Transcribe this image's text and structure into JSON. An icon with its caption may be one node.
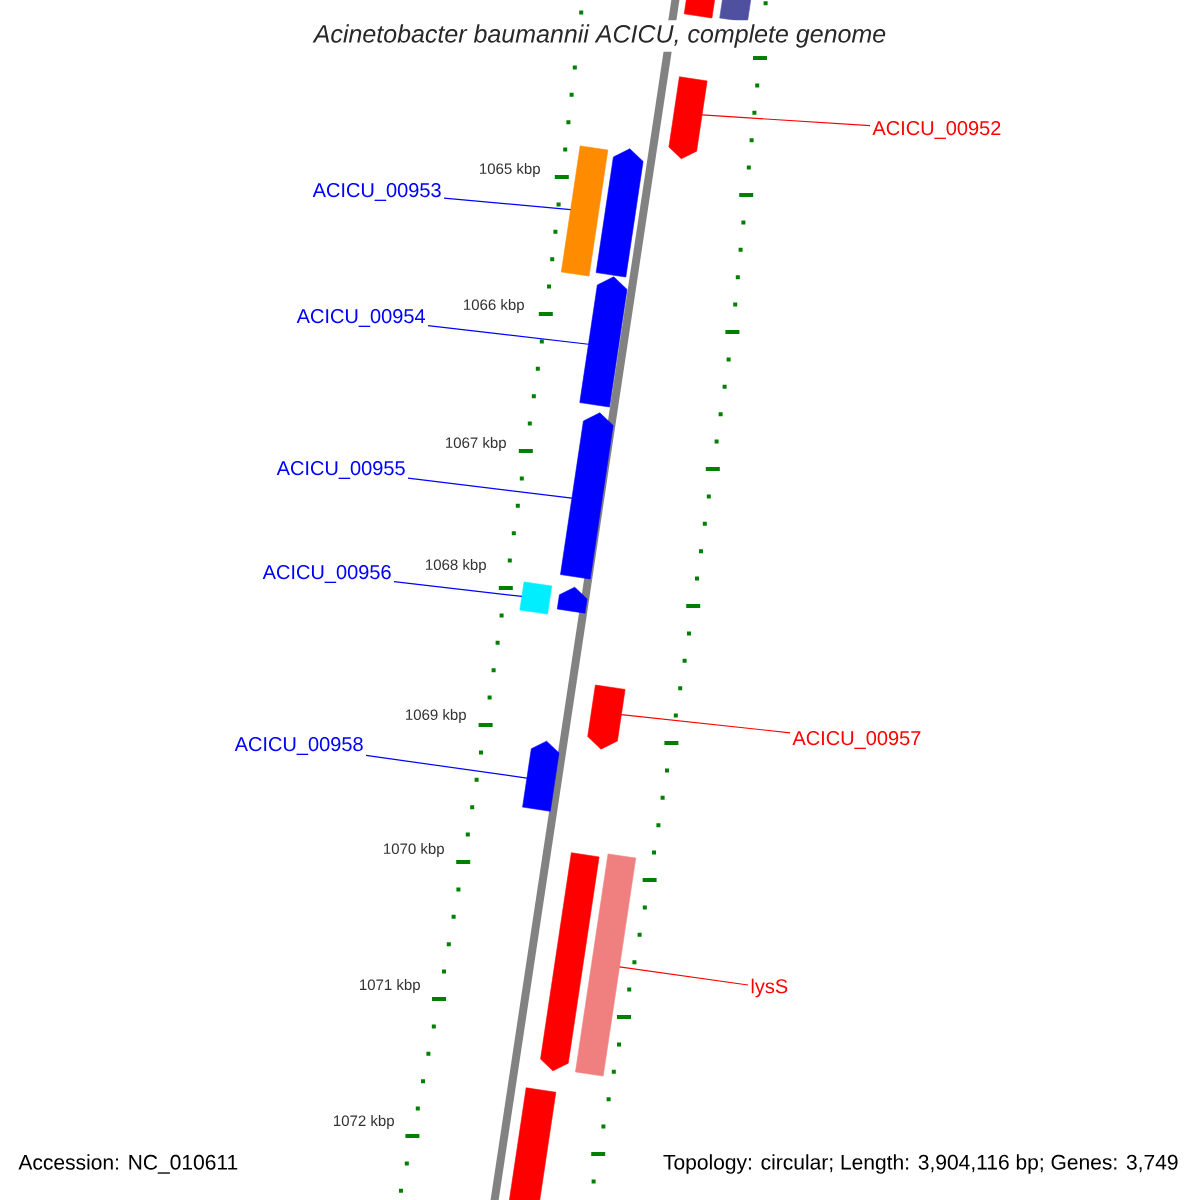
{
  "diagram": {
    "title": "Acinetobacter baumannii ACICU, complete genome",
    "nodes": [
      {
        "text": [
          "ACICU_00952"
        ]
      },
      {
        "text": [],
        "shape": "pentagon"
      },
      {
        "text": [
          "ACICU_00953"
        ]
      },
      {
        "text": [],
        "shape": "bar"
      },
      {
        "text": [
          "ACICU_00954"
        ]
      },
      {
        "text": [],
        "shape": "pentagon"
      },
      {
        "text": [
          "ACICU_00955"
        ]
      },
      {
        "text": [],
        "shape": "pentagon"
      },
      {
        "text": [
          "ACICU_00956"
        ]
      },
      {
        "text": [],
        "shape": "bar"
      },
      {
        "text": [
          "ACICU_00957"
        ]
      },
      {
        "text": [],
        "shape": "pentagon"
      },
      {
        "text": [
          "ACICU_00958"
        ]
      },
      {
        "text": [],
        "shape": "pentagon"
      },
      {
        "text": [
          "lysS"
        ]
      },
      {
        "text": [],
        "shape": "bar"
      },
      {
        "text": [],
        "shape": "pentagon"
      },
      {
        "text": [],
        "shape": "pentagon"
      },
      {
        "text": [],
        "shape": "pentagon"
      },
      {
        "text": [],
        "shape": "bar"
      },
      {
        "text": [],
        "shape": "bar"
      },
      {
        "text": [],
        "shape": "bar"
      }
    ],
    "edges": [
      {
        "from": 0,
        "to": 1,
        "arrow": "none",
        "color": "#ff0000"
      },
      {
        "from": 2,
        "to": 3,
        "arrow": "none"
      },
      {
        "from": 4,
        "to": 5,
        "arrow": "none"
      },
      {
        "from": 6,
        "to": 7,
        "arrow": "none"
      },
      {
        "from": 8,
        "to": 9,
        "arrow": "none"
      },
      {
        "from": 10,
        "to": 11,
        "arrow": "none",
        "color": "#ff0000"
      },
      {
        "from": 12,
        "to": 13,
        "arrow": "none"
      },
      {
        "from": 14,
        "to": 15,
        "arrow": "none",
        "color": "#ff0000"
      }
    ],
    "labels": [
      "1065 kbp",
      "1066 kbp",
      "1067 kbp",
      "1068 kbp",
      "1069 kbp",
      "1070 kbp",
      "1071 kbp",
      "1072 kbp",
      "Accession: NC_010611",
      "Topology: circular; Length: 3,904,116 bp; Genes: 3,749"
    ]
  }
}
